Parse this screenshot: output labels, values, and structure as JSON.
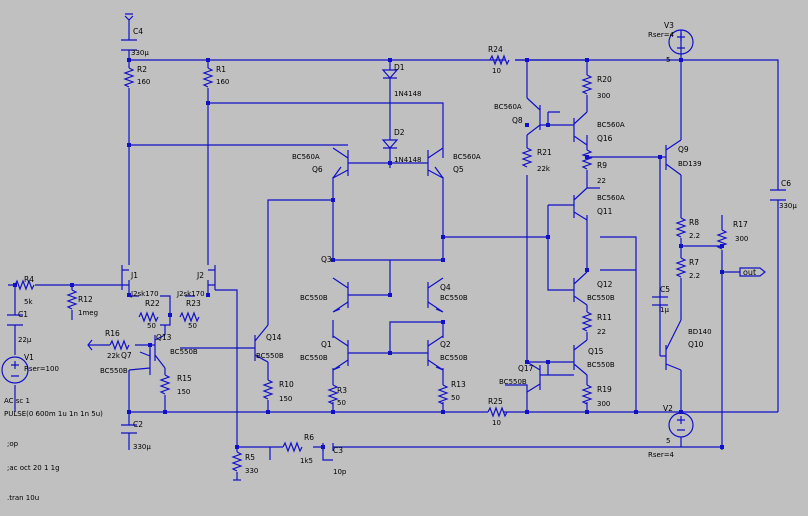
{
  "components": {
    "C4": {
      "ref": "C4",
      "value": "330µ"
    },
    "R2": {
      "ref": "R2",
      "value": "160"
    },
    "R1": {
      "ref": "R1",
      "value": "160"
    },
    "D1": {
      "ref": "D1",
      "value": "1N4148"
    },
    "D2": {
      "ref": "D2",
      "value": "1N4148"
    },
    "R24": {
      "ref": "R24",
      "value": "10"
    },
    "V3": {
      "ref": "V3",
      "value": "Rser=4"
    },
    "R20": {
      "ref": "R20",
      "value": "300"
    },
    "Q8": {
      "ref": "Q8",
      "value": "BC560A"
    },
    "Q16": {
      "ref": "Q16",
      "value": "BC560A"
    },
    "Q9": {
      "ref": "Q9",
      "value": "BD139"
    },
    "C6": {
      "ref": "C6",
      "value": "330µ"
    },
    "Q6": {
      "ref": "Q6",
      "value": "BC560A"
    },
    "Q5": {
      "ref": "Q5",
      "value": "BC560A"
    },
    "R21": {
      "ref": "R21",
      "value": "22k"
    },
    "R9": {
      "ref": "R9",
      "value": "22"
    },
    "Q11": {
      "ref": "Q11",
      "value": "BC560A"
    },
    "R8": {
      "ref": "R8",
      "value": "2.2"
    },
    "R17": {
      "ref": "R17",
      "value": "300"
    },
    "R7": {
      "ref": "R7",
      "value": "2.2"
    },
    "Q3": {
      "ref": "Q3",
      "value": "BC550B"
    },
    "Q4": {
      "ref": "Q4",
      "value": "BC550B"
    },
    "R4": {
      "ref": "R4",
      "value": "5k"
    },
    "J1": {
      "ref": "J1",
      "value": "J2sk170"
    },
    "J2": {
      "ref": "J2",
      "value": "J2sk170"
    },
    "R12": {
      "ref": "R12",
      "value": "1meg"
    },
    "R22": {
      "ref": "R22",
      "value": "50"
    },
    "R23": {
      "ref": "R23",
      "value": "50"
    },
    "Q12": {
      "ref": "Q12",
      "value": "BC550B"
    },
    "C5": {
      "ref": "C5",
      "value": "1µ"
    },
    "C1": {
      "ref": "C1",
      "value": "22µ"
    },
    "R16": {
      "ref": "R16",
      "value": "22k"
    },
    "Q7": {
      "ref": "Q7",
      "value": "BC550B"
    },
    "Q13": {
      "ref": "Q13",
      "value": "BC550B"
    },
    "Q14": {
      "ref": "Q14",
      "value": "BC550B"
    },
    "Q1": {
      "ref": "Q1",
      "value": "BC550B"
    },
    "Q2": {
      "ref": "Q2",
      "value": "BC550B"
    },
    "R11": {
      "ref": "R11",
      "value": "22"
    },
    "Q10": {
      "ref": "Q10",
      "value": "BD140"
    },
    "V1": {
      "ref": "V1",
      "value": "Rser=100"
    },
    "R15": {
      "ref": "R15",
      "value": "150"
    },
    "Q17": {
      "ref": "Q17",
      "value": "BC550B"
    },
    "Q15": {
      "ref": "Q15",
      "value": "BC550B"
    },
    "R10": {
      "ref": "R10",
      "value": "150"
    },
    "R3": {
      "ref": "R3",
      "value": "50"
    },
    "R13": {
      "ref": "R13",
      "value": "50"
    },
    "R19": {
      "ref": "R19",
      "value": "300"
    },
    "R25": {
      "ref": "R25",
      "value": "10"
    },
    "V2": {
      "ref": "V2",
      "value": "Rser=4"
    },
    "C2": {
      "ref": "C2",
      "value": "330µ"
    },
    "R6": {
      "ref": "R6",
      "value": "1k5"
    },
    "C3": {
      "ref": "C3",
      "value": "10p"
    },
    "R5": {
      "ref": "R5",
      "value": "330"
    }
  },
  "source_values": {
    "v3": "5",
    "v2": "5",
    "v1_ac": "AC sc 1"
  },
  "directives": {
    "pulse": "PULSE(0 600m 1u 1n 1n 5u)",
    "op": ";op",
    "ac": ";ac oct 20 1 1g",
    "tran": ".tran 10u"
  },
  "net_labels": {
    "out": "out"
  },
  "colors": {
    "background": "#c0c0c0",
    "wire": "#1010c8",
    "text": "#000000"
  }
}
